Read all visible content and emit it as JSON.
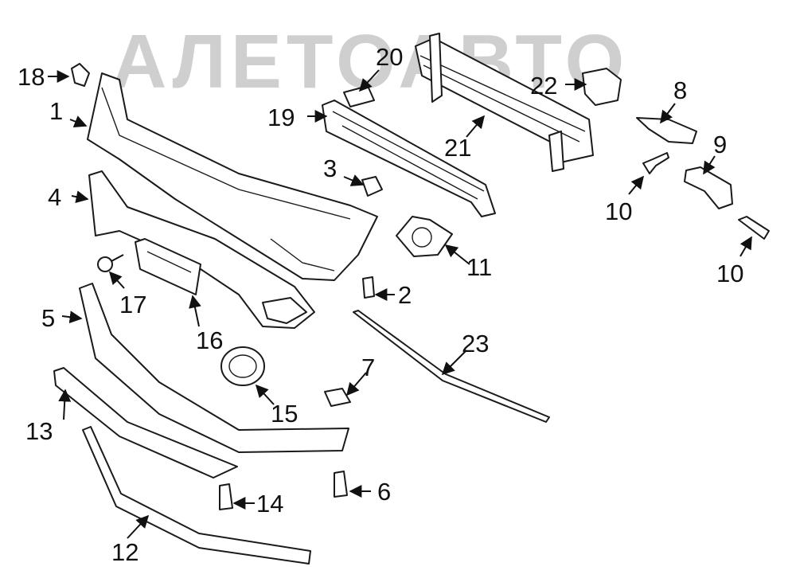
{
  "watermark": {
    "text": "АЛЕТОАВТО"
  },
  "colors": {
    "line": "#1a1a1a",
    "watermark": "#cfcfcf",
    "background": "#ffffff"
  },
  "callouts": {
    "c1": "1",
    "c2": "2",
    "c3": "3",
    "c4": "4",
    "c5": "5",
    "c6": "6",
    "c7": "7",
    "c8": "8",
    "c9": "9",
    "c10a": "10",
    "c10b": "10",
    "c11": "11",
    "c12": "12",
    "c13": "13",
    "c14": "14",
    "c15": "15",
    "c16": "16",
    "c17": "17",
    "c18": "18",
    "c19": "19",
    "c20": "20",
    "c21": "21",
    "c22": "22",
    "c23": "23"
  }
}
